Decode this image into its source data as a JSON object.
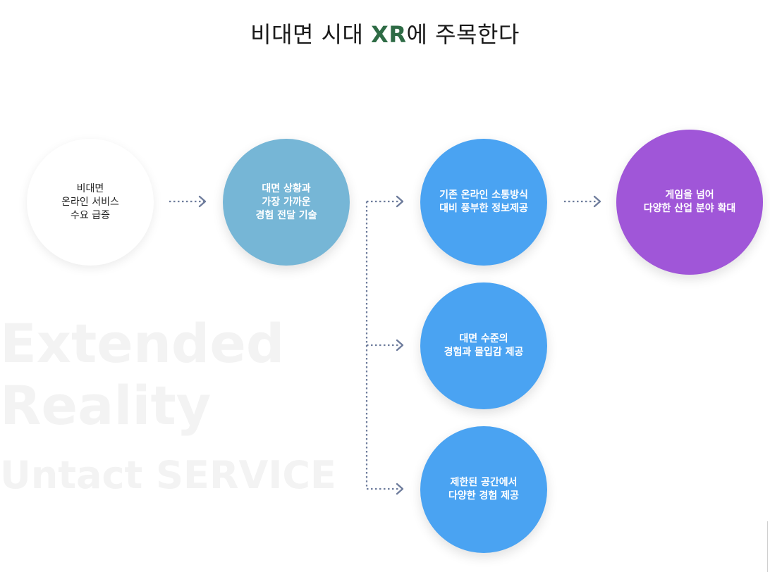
{
  "title": {
    "prefix": "비대면 시대 ",
    "accent": "XR",
    "suffix": "에 주목한다"
  },
  "background_text": {
    "line1": "Extended",
    "line2": "Reality",
    "line3": "Untact SERVICE"
  },
  "nodes": {
    "start": "비대면\n온라인 서비스\n수요 급증",
    "tech": "대면 상황과\n가장 가까운\n경험 전달 기술",
    "benefit1": "기존 온라인 소통방식\n대비 풍부한 정보제공",
    "benefit2": "대면 수준의\n경험과 몰입감 제공",
    "benefit3": "제한된 공간에서\n다양한 경험 제공",
    "end": "게임을 넘어\n다양한 산업 분야 확대"
  },
  "colors": {
    "accent": "#2e6b45",
    "tech": "#76b6d6",
    "benefit": "#4aa3f2",
    "end": "#a056d8",
    "arrow": "#6e7c9c"
  }
}
